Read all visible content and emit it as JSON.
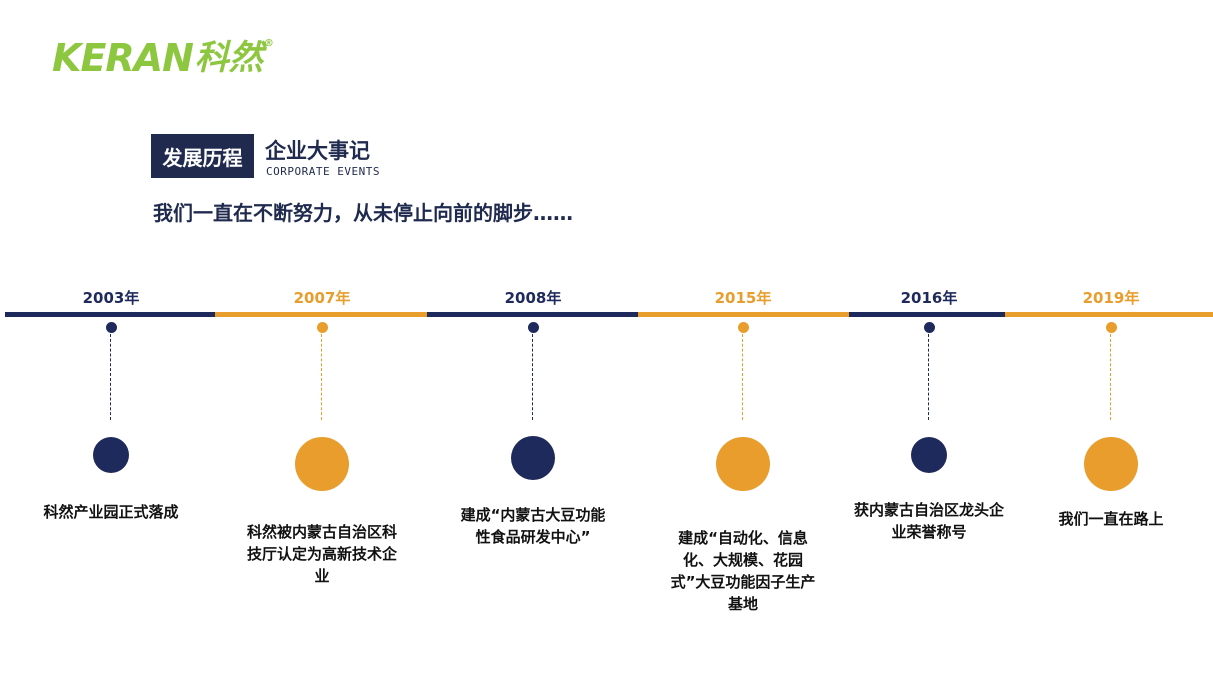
{
  "logo": {
    "latin": "KERAN",
    "cjk": "科然",
    "reg": "®"
  },
  "section": {
    "tag": "发展历程",
    "title": "企业大事记",
    "subtitle": "CORPORATE EVENTS"
  },
  "slogan": "我们一直在不断努力，从未停止向前的脚步……",
  "colors": {
    "navy": "#1f2a5c",
    "orange": "#e89d2c",
    "green": "#8dc63f"
  },
  "timeline": [
    {
      "year": "2003年",
      "event": "科然产业园正式落成",
      "color": "navy"
    },
    {
      "year": "2007年",
      "event": "科然被内蒙古自治区科技厅认定为高新技术企业",
      "color": "orange"
    },
    {
      "year": "2008年",
      "event": "建成“内蒙古大豆功能性食品研发中心”",
      "color": "navy"
    },
    {
      "year": "2015年",
      "event": "建成“自动化、信息化、大规模、花园式”大豆功能因子生产基地",
      "color": "orange"
    },
    {
      "year": "2016年",
      "event": "获内蒙古自治区龙头企业荣誉称号",
      "color": "navy"
    },
    {
      "year": "2019年",
      "event": "我们一直在路上",
      "color": "orange"
    }
  ]
}
